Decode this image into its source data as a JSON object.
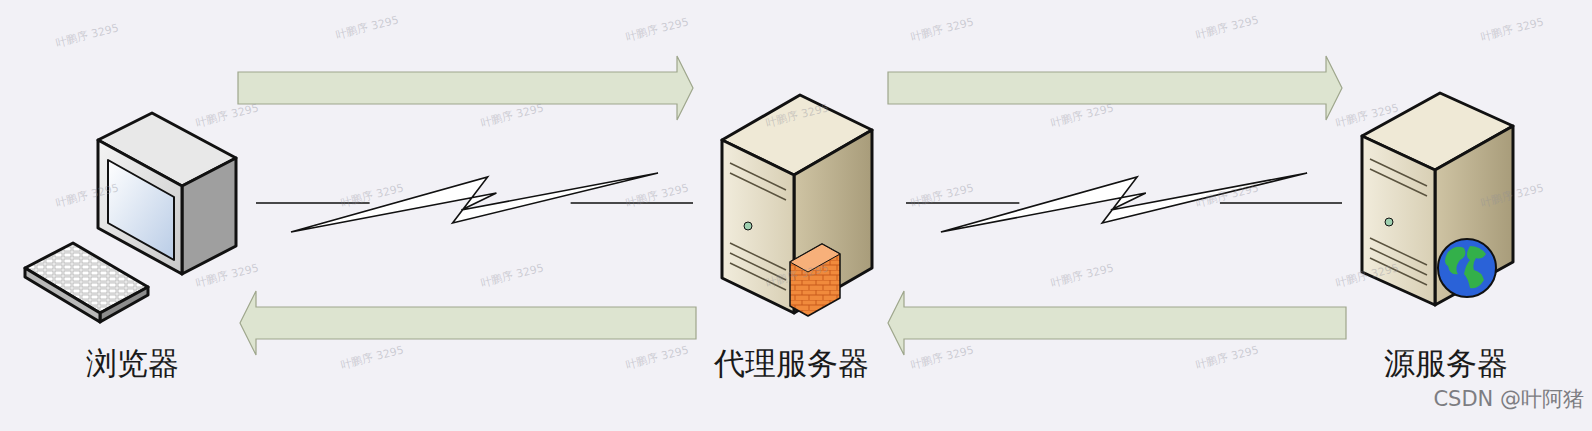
{
  "diagram": {
    "nodes": [
      {
        "text": [
          "浏览器"
        ]
      },
      {
        "text": [
          "代理服务器"
        ]
      },
      {
        "text": [
          "源服务器"
        ]
      }
    ],
    "edges": [
      {
        "from": 0,
        "to": 1,
        "arrow": "to"
      },
      {
        "from": 0,
        "to": 1,
        "arrow": "none"
      },
      {
        "from": 1,
        "to": 0,
        "arrow": "to"
      },
      {
        "from": 1,
        "to": 2,
        "arrow": "to"
      },
      {
        "from": 1,
        "to": 2,
        "arrow": "none"
      },
      {
        "from": 2,
        "to": 1,
        "arrow": "to"
      }
    ],
    "labels": [
      "叶鹏序 3295",
      "叶鹏序 3295",
      "叶鹏序 3295",
      "叶鹏序 3295",
      "叶鹏序 3295",
      "叶鹏序 3295",
      "叶鹏序 3295",
      "叶鹏序 3295",
      "叶鹏序 3295",
      "叶鹏序 3295",
      "叶鹏序 3295",
      "叶鹏序 3295",
      "叶鹏序 3295",
      "叶鹏序 3295",
      "叶鹏序 3295",
      "叶鹏序 3295",
      "叶鹏序 3295",
      "叶鹏序 3295",
      "叶鹏序 3295",
      "叶鹏序 3295",
      "叶鹏序 3295",
      "叶鹏序 3295",
      "叶鹏序 3295",
      "叶鹏序 3295",
      "叶鹏序 3295",
      "叶鹏序 3295",
      "CSDN @叶阿猪"
    ]
  }
}
